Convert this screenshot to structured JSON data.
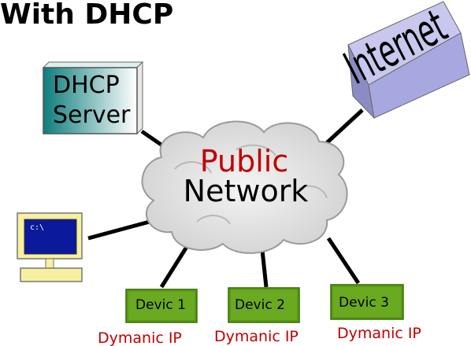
{
  "title": "With DHCP",
  "dhcp_server": {
    "line1": "DHCP",
    "line2": "Server"
  },
  "internet": {
    "label": "Internet"
  },
  "cloud": {
    "line1": "Public",
    "line2": "Network"
  },
  "computer": {
    "prompt": "c:\\"
  },
  "devices": [
    {
      "label": "Devic 1",
      "ip": "Dymanic IP"
    },
    {
      "label": "Devic 2",
      "ip": "Dymanic IP"
    },
    {
      "label": "Devic 3",
      "ip": "Dymanic IP"
    }
  ],
  "colors": {
    "red_text": "#c00000",
    "device_green": "#5a9a10",
    "server_teal": "#1a8a8a",
    "internet_lavender": "#a8a8e0",
    "monitor_yellow": "#f7f0a0",
    "screen_blue": "#0a1a9a"
  }
}
